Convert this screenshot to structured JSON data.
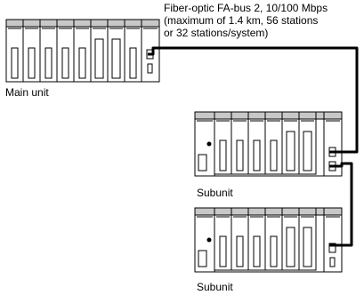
{
  "caption": {
    "line1": "Fiber-optic FA-bus 2, 10/100 Mbps",
    "line2": "(maximum of 1.4 km, 56 stations",
    "line3": "or 32 stations/system)"
  },
  "units": {
    "main": "Main unit",
    "sub1": "Subunit",
    "sub2": "Subunit"
  },
  "colors": {
    "rack_top": "#c8c8c8",
    "rack_body": "#ffffff",
    "line": "#000000"
  }
}
